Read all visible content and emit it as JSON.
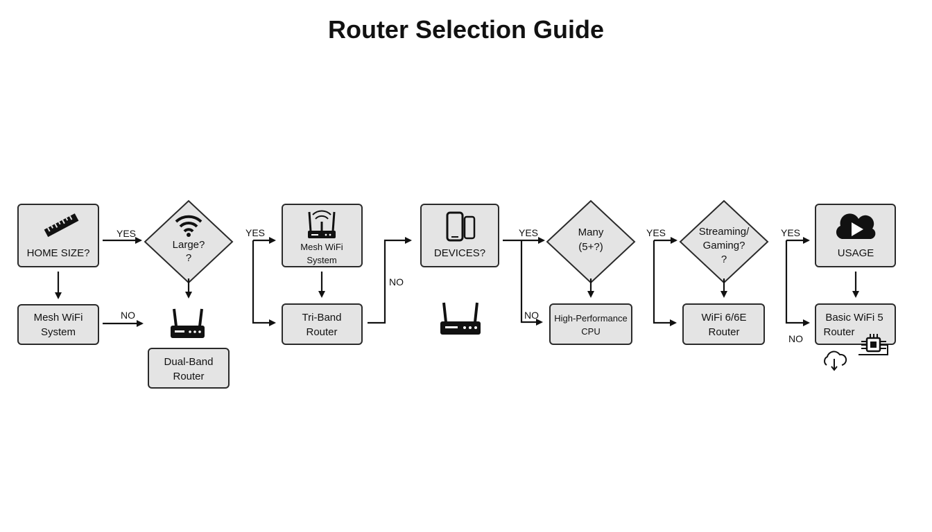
{
  "title": "Router Selection Guide",
  "nodes": {
    "home_size": "HOME SIZE?",
    "large": [
      "Large?",
      "?"
    ],
    "mesh_system_top": [
      "Mesh WiFi",
      "System"
    ],
    "devices": "DEVICES?",
    "many": [
      "Many",
      "(5+?)"
    ],
    "streaming": [
      "Streaming/",
      "Gaming?",
      "?"
    ],
    "usage": "USAGE",
    "mesh_system_bottom": [
      "Mesh WiFi",
      "System"
    ],
    "dual_band": [
      "Dual-Band",
      "Router"
    ],
    "tri_band": [
      "Tri-Band",
      "Router"
    ],
    "high_perf": [
      "High-Performance",
      "CPU"
    ],
    "wifi6": [
      "WiFi 6/6E",
      "Router"
    ],
    "basic_wifi5": [
      "Basic WiFi 5",
      "Router"
    ]
  },
  "edge_labels": {
    "yes1": "YES",
    "no1": "NO",
    "yes2": "YES",
    "no2": "NO",
    "yes3": "YES",
    "no3": "NO",
    "yes4": "YES",
    "yes5": "YES",
    "no5": "NO"
  },
  "icons": {
    "home_size": "ruler-icon",
    "large": "wifi-icon",
    "mesh_system_top": "router-icon",
    "devices": "phones-icon",
    "dual_band": "router-icon",
    "standalone_router": "router-icon",
    "usage": "play-cloud-icon",
    "basic_chip": "chip-icon",
    "basic_cloud": "cloud-download-icon"
  }
}
